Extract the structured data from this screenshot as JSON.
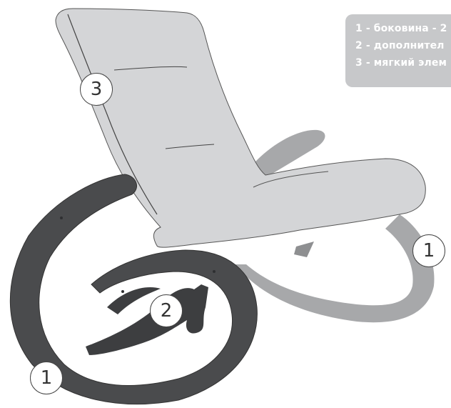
{
  "legend": {
    "items": [
      "1 - боковина - 2",
      "2 - дополнител",
      "3 - мягкий элем"
    ]
  },
  "callouts": {
    "c1a": "3",
    "c1b": "1",
    "c2": "2",
    "c3": "1"
  },
  "colors": {
    "cushion": "#d4d5d7",
    "frame_dark": "#4a4b4d",
    "frame_light": "#a7a8aa",
    "legend_bg": "#c7c8ca"
  }
}
